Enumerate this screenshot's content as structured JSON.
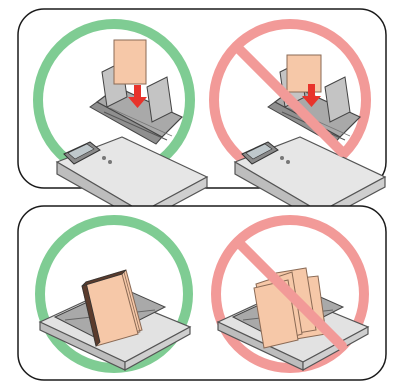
{
  "colors": {
    "panel_border": "#1a1a1a",
    "ok_ring": "#7fcc93",
    "no_ring": "#f29a98",
    "paper": "#f6c8a8",
    "paper_edge": "#8a6a55",
    "printer_body": "#d8d8d8",
    "printer_dark": "#8c8c8c",
    "printer_mid": "#b5b5b5",
    "arrow": "#e8332b"
  },
  "icons": {
    "ok": "check-circle-icon",
    "no": "prohibited-icon",
    "arrow": "arrow-down-icon"
  },
  "panels": [
    {
      "id": "top",
      "ok_scene": "single-sheet-into-rear-feeder",
      "no_scene": "single-sheet-into-rear-feeder"
    },
    {
      "id": "bottom",
      "ok_scene": "neat-aligned-stack",
      "no_scene": "misaligned-stack"
    }
  ]
}
